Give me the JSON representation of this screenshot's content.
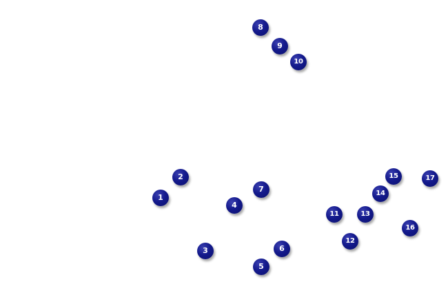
{
  "markers": [
    {
      "label": "1"
    },
    {
      "label": "2"
    },
    {
      "label": "3"
    },
    {
      "label": "4"
    },
    {
      "label": "5"
    },
    {
      "label": "6"
    },
    {
      "label": "7"
    },
    {
      "label": "8"
    },
    {
      "label": "9"
    },
    {
      "label": "10"
    },
    {
      "label": "11"
    },
    {
      "label": "12"
    },
    {
      "label": "13"
    },
    {
      "label": "14"
    },
    {
      "label": "15"
    },
    {
      "label": "16"
    },
    {
      "label": "17"
    }
  ],
  "colors": {
    "marker_fill": "#141a8c",
    "marker_text": "#ffffff",
    "background": "#ffffff"
  }
}
